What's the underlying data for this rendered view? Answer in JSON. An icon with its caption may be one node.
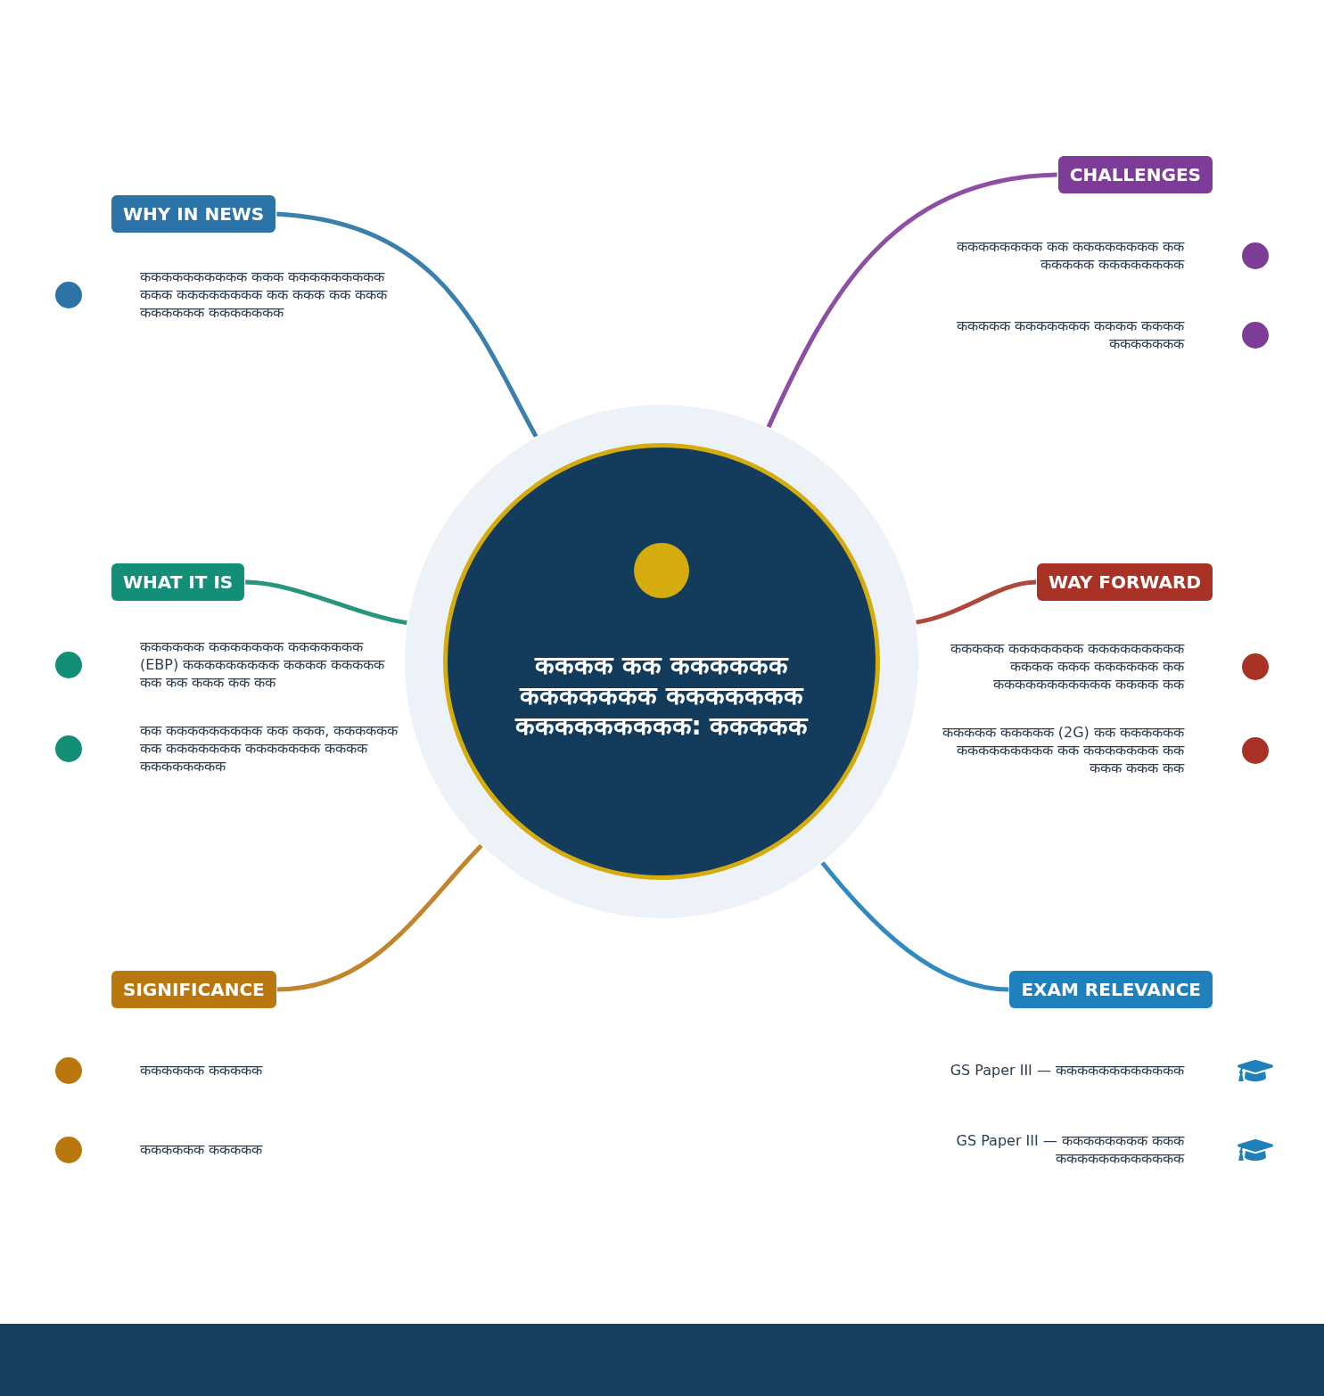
{
  "diagram": {
    "nodes": [
      {
        "text": [
          "कककक कक कककककक ककककककक ककककककक ककककककककक: ककककक"
        ]
      },
      {
        "text": [
          "WHY IN NEWS"
        ]
      },
      {
        "text": [
          "CHALLENGES"
        ]
      },
      {
        "text": [
          "WHAT IT IS"
        ]
      },
      {
        "text": [
          "WAY FORWARD"
        ]
      },
      {
        "text": [
          "SIGNIFICANCE"
        ]
      },
      {
        "text": [
          "EXAM RELEVANCE"
        ]
      }
    ],
    "edges": [
      {
        "from": 0,
        "to": 1,
        "arrow": "none",
        "color": "#3b7fae"
      },
      {
        "from": 0,
        "to": 2,
        "arrow": "none",
        "color": "#8e4ea3"
      },
      {
        "from": 0,
        "to": 3,
        "arrow": "none",
        "color": "#26967e"
      },
      {
        "from": 0,
        "to": 4,
        "arrow": "none",
        "color": "#b0473d"
      },
      {
        "from": 0,
        "to": 5,
        "arrow": "none",
        "color": "#c1852c"
      },
      {
        "from": 0,
        "to": 6,
        "arrow": "none",
        "color": "#3189c2"
      }
    ],
    "labels": [
      "कककककककककक ककक ककककककककक ककक कककककककक कक ककक कक ककक कककककक ककककककक",
      "कककककककक कक कककककककक कक ककककक कककककककक",
      "ककककक ककककककक कककक कककक ककककककक",
      "कककककक ककककककक ककककककक (EBP) ककककककककक कककक ककककक कक कक ककक कक कक",
      "कक ककककककककक कक ककक, कककककक कक ककककककक ककककककक कककक कककककककक",
      "ककककक ककककककक ककककककककक कककक ककक कककककक कक ककककककककककक कककक कक",
      "ककककक ककककक (2G) कक कककककक ककककककककक कक ककककककक कक ककक ककक कक",
      "कककककक ककककक",
      "कककककक ककककक",
      "GS Paper III — कककककककककककक",
      "GS Paper III — कककककककक ककक कककककककककककक"
    ]
  }
}
